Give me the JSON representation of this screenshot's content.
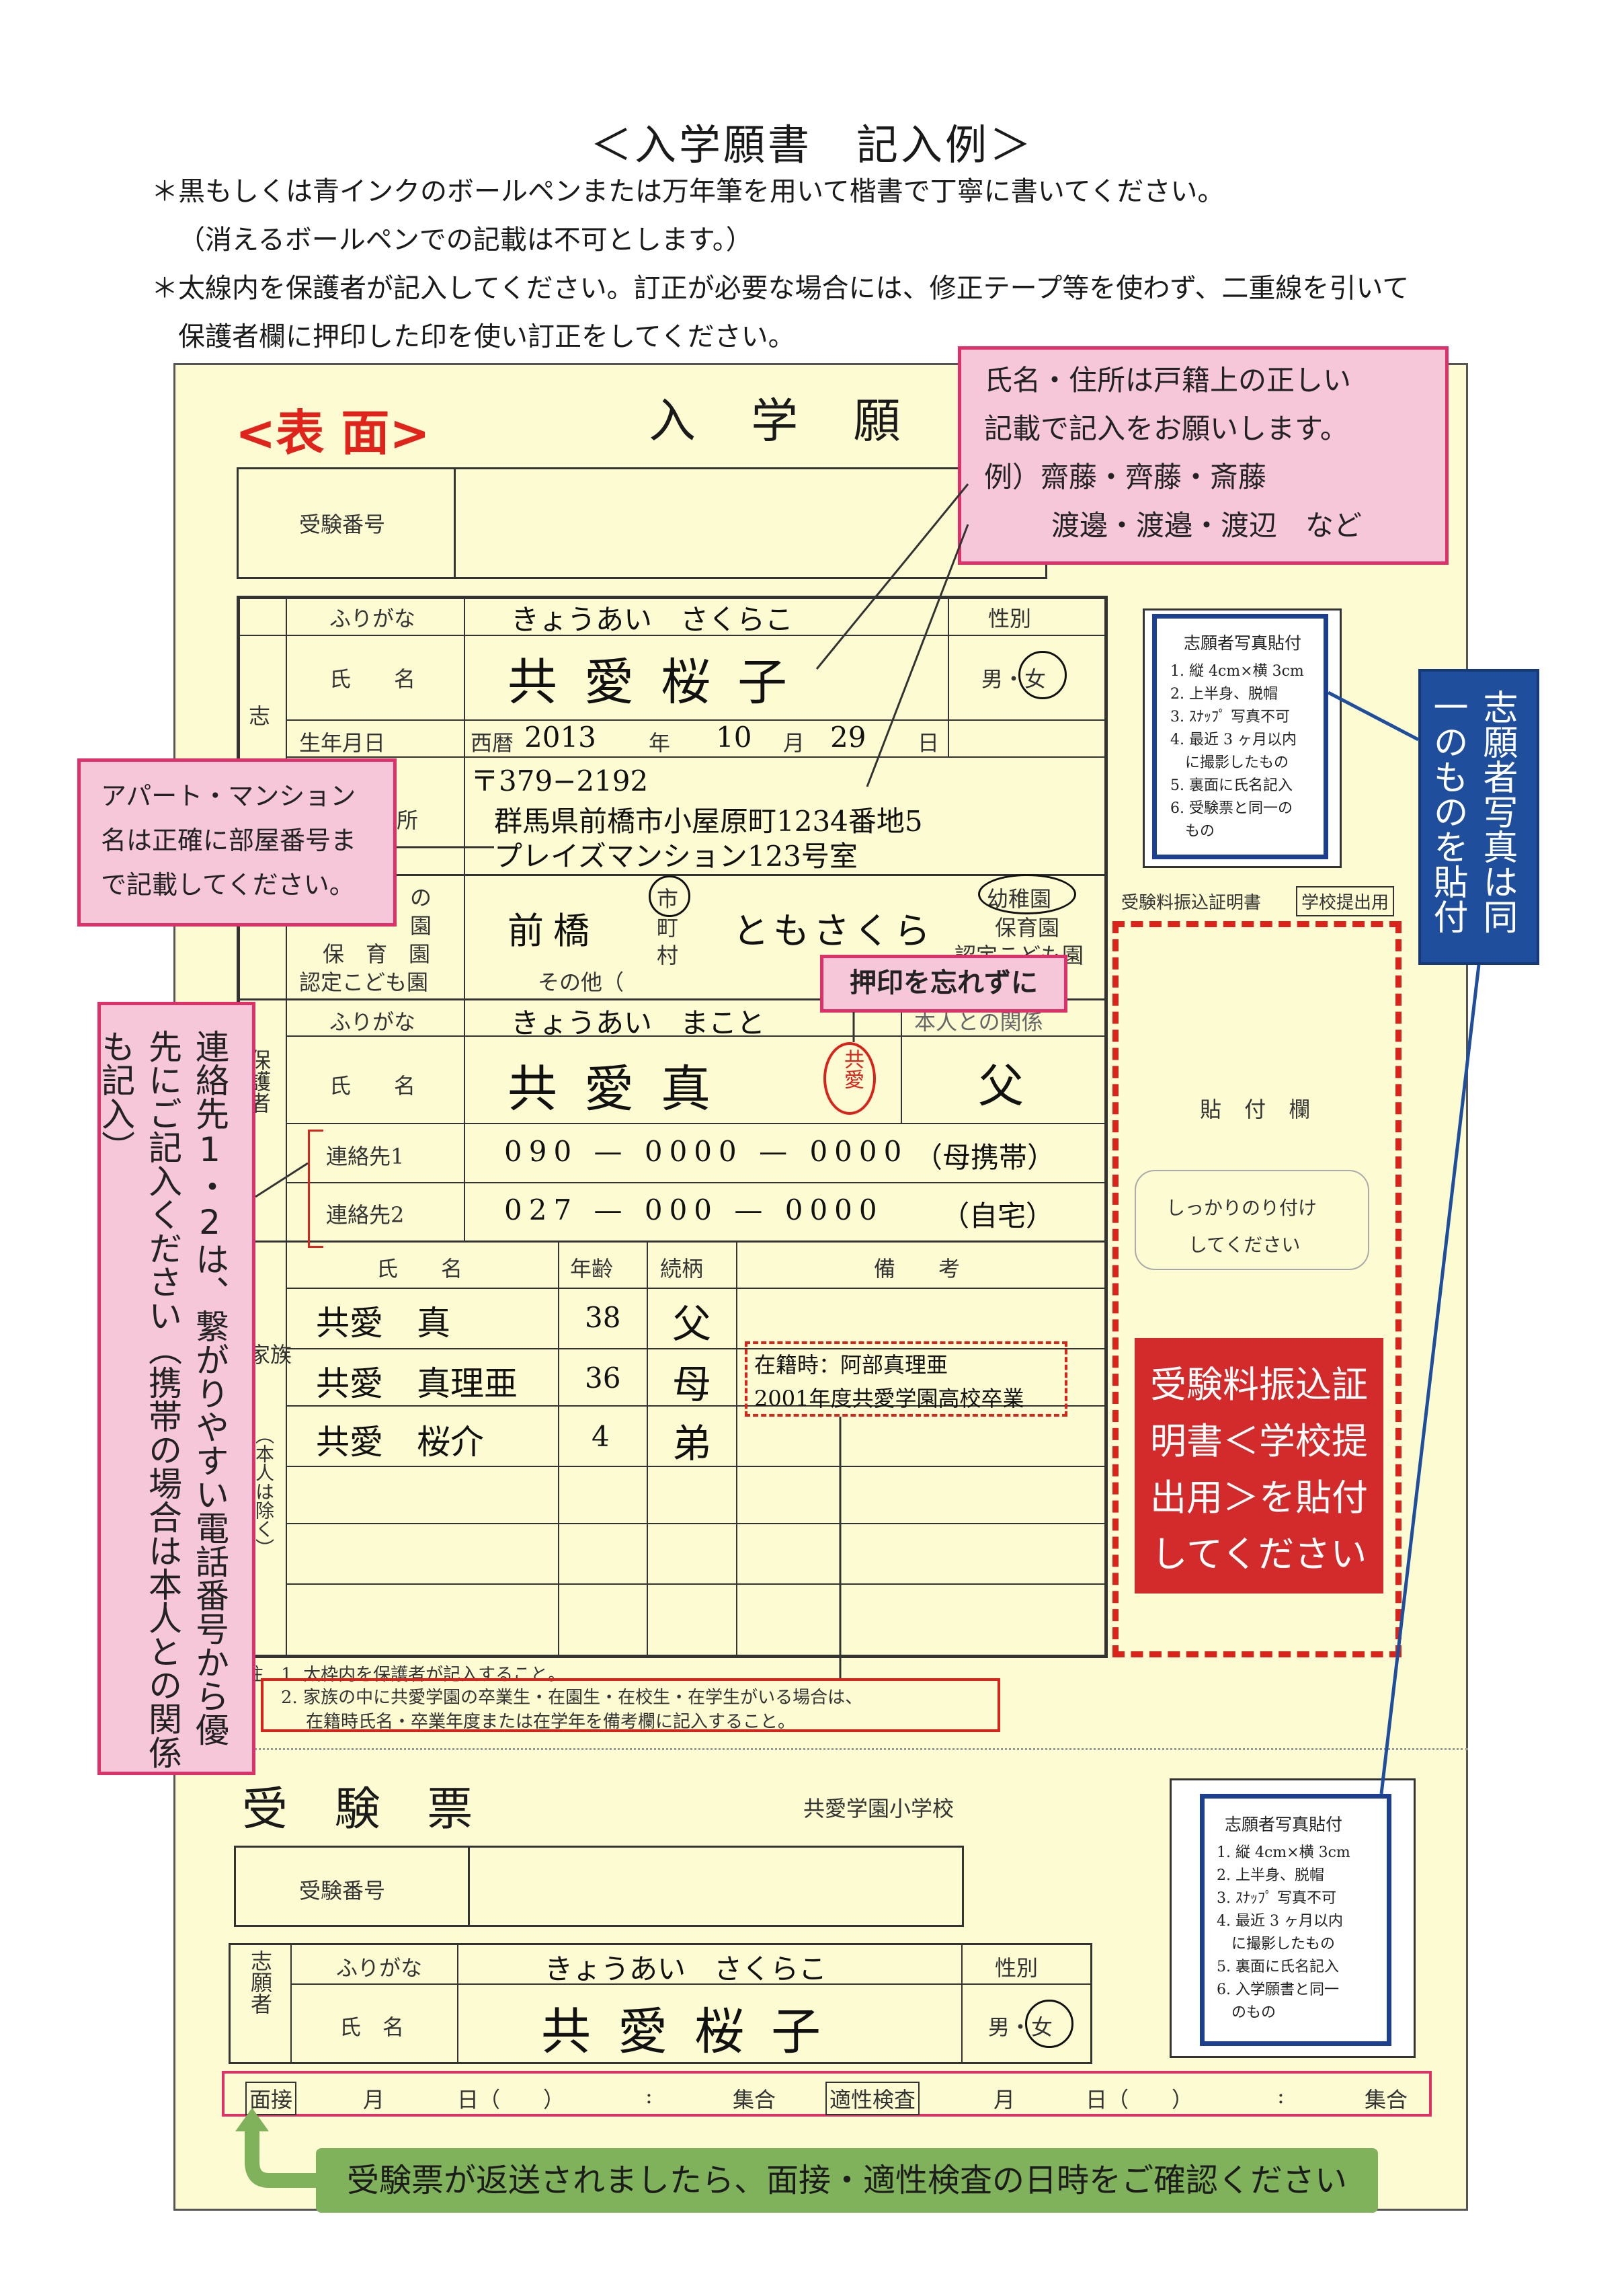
{
  "header": {
    "title": "＜入学願書　記入例＞",
    "note1": "＊黒もしくは青インクのボールペンまたは万年筆を用いて楷書で丁寧に書いてください。",
    "note2": "（消えるボールペンでの記載は不可とします。）",
    "note3": "＊太線内を保護者が記入してください。訂正が必要な場合には、修正テープ等を使わず、二重線を引いて",
    "note4": "保護者欄に押印した印を使い訂正をしてください。"
  },
  "form": {
    "side_label": "<表 面>",
    "title": "入 学 願 書",
    "exam_number_label": "受験番号",
    "applicant": {
      "section_label": "志",
      "furigana_label": "ふりがな",
      "furigana": "きょうあい　さくらこ",
      "gender_label": "性別",
      "name_label": "氏　　名",
      "name": "共愛桜子",
      "gender": "男・女",
      "dob_label": "生年月日",
      "dob_era": "西暦",
      "dob_year": "2013",
      "dob_year_unit": "年",
      "dob_month": "10",
      "dob_month_unit": "月",
      "dob_day": "29",
      "dob_day_unit": "日",
      "address_label": "所",
      "postal": "〒379−2192",
      "address1": "群馬県前橋市小屋原町1234番地5",
      "address2": "プレイズマンション123号室",
      "school_label1": "の",
      "school_label2": "園",
      "school_label3": "保　育　園",
      "school_label4": "認定こども園",
      "school_city": "前橋",
      "school_city_mark": "市",
      "school_town": "町",
      "school_village": "村",
      "school_name": "ともさくら",
      "school_type_selected": "幼稚園",
      "school_type2": "保育園",
      "school_type3": "認定こども園",
      "other_label": "その他（"
    },
    "guardian": {
      "section_label": "保護者",
      "furigana_label": "ふりがな",
      "furigana": "きょうあい　まこと",
      "relation_label": "本人との関係",
      "name_label": "氏　　名",
      "name": "共愛真",
      "seal": "共愛",
      "relation": "父",
      "contact1_label": "連絡先1",
      "contact1": "090 — 0000 — 0000",
      "contact1_note": "（母携帯）",
      "contact2_label": "連絡先2",
      "contact2": "027 — 000 — 0000",
      "contact2_note": "（自宅）"
    },
    "family": {
      "section_label": "家族",
      "exclude_note": "（本人は除く）",
      "headers": [
        "氏　　名",
        "年齢",
        "続柄",
        "備　　考"
      ],
      "rows": [
        {
          "name": "共愛　真",
          "age": "38",
          "relation": "父"
        },
        {
          "name": "共愛　真理亜",
          "age": "36",
          "relation": "母"
        },
        {
          "name": "共愛　桜介",
          "age": "4",
          "relation": "弟"
        }
      ],
      "remarks1": "在籍時：阿部真理亜",
      "remarks2": "2001年度共愛学園高校卒業"
    },
    "notes": {
      "prefix": "注",
      "n1": "1. 太枠内を保護者が記入すること。",
      "n2": "2. 家族の中に共愛学園の卒業生・在園生・在校生・在学生がいる場合は、",
      "n3": "在籍時氏名・卒業年度または在学年を備考欄に記入すること。"
    },
    "photo": {
      "title": "志願者写真貼付",
      "lines": [
        "1. 縦 4cm×横 3cm",
        "2. 上半身、脱帽",
        "3. ｽﾅｯﾌﾟ 写真不可",
        "4. 最近 3 ヶ月以内",
        "　に撮影したもの",
        "5. 裏面に氏名記入",
        "6. 受験票と同一の",
        "　もの"
      ]
    },
    "fee": {
      "header": "受験料振込証明書",
      "submit_label": "学校提出用",
      "paste_label": "貼 付 欄",
      "glue1": "しっかりのり付け",
      "glue2": "してください",
      "red_note1": "受験料振込証",
      "red_note2": "明書＜学校提",
      "red_note3": "出用＞を貼付",
      "red_note4": "してください"
    }
  },
  "ticket": {
    "title": "受 験 票",
    "school": "共愛学園小学校",
    "exam_number_label": "受験番号",
    "section_label": "志願者",
    "furigana_label": "ふりがな",
    "furigana": "きょうあい　さくらこ",
    "gender_label": "性別",
    "name_label": "氏　名",
    "name": "共愛桜子",
    "gender": "男・女",
    "photo_lines": [
      "1. 縦 4cm×横 3cm",
      "2. 上半身、脱帽",
      "3. ｽﾅｯﾌﾟ 写真不可",
      "4. 最近 3 ヶ月以内",
      "　に撮影したもの",
      "5. 裏面に氏名記入",
      "6. 入学願書と同一",
      "　のもの"
    ],
    "schedule": {
      "interview": "面接",
      "aptitude": "適性検査",
      "month": "月",
      "day": "日（　　）",
      "colon": ":",
      "gather": "集合"
    }
  },
  "callouts": {
    "name_note1": "氏名・住所は戸籍上の正しい",
    "name_note2": "記載で記入をお願いします。",
    "name_note3": "例）齋藤・齊藤・斎藤",
    "name_note4": "渡邊・渡邉・渡辺　など",
    "apartment1": "アパート・マンション",
    "apartment2": "名は正確に部屋番号ま",
    "apartment3": "で記載してください。",
    "seal_note": "押印を忘れずに",
    "contact_note": "連絡先1・2は、繋がりやすい電話番号から優先にご記入ください（携帯の場合は本人との関係も記入）",
    "photo_note": "志願者写真は同一のものを貼付",
    "ticket_note": "受験票が返送されましたら、面接・適性検査の日時をご確認ください"
  }
}
